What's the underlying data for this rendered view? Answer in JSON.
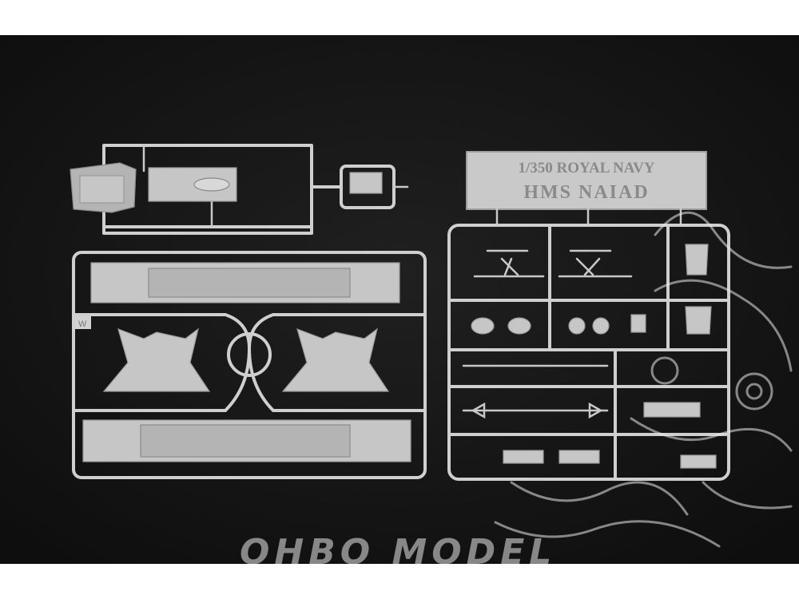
{
  "photo": {
    "subject": "plastic model kit sprues on dark background",
    "background_color": "#151515",
    "plastic_color": "#c6c6c6"
  },
  "nameplate": {
    "line1": "1/350 ROYAL NAVY",
    "line2": "HMS NAIAD"
  },
  "sprue_letters": {
    "w": "W"
  },
  "watermark": {
    "text": "OHBO MODEL",
    "icon": "octopus-mascot-icon"
  }
}
